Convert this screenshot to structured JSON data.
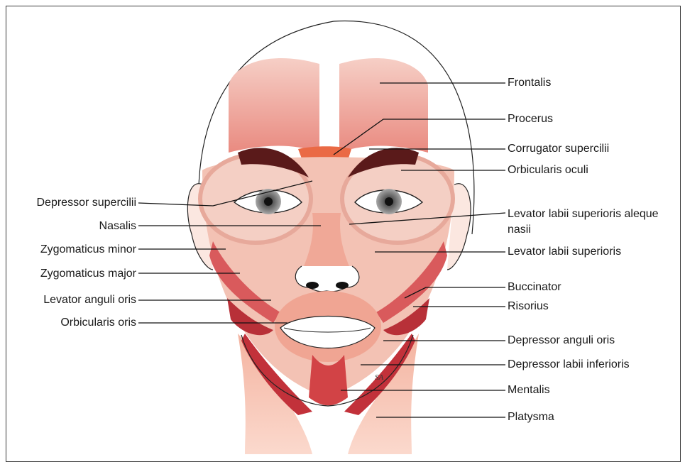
{
  "labels_left": [
    {
      "key": "depressor-supercilii",
      "text": "Depressor supercilii"
    },
    {
      "key": "nasalis",
      "text": "Nasalis"
    },
    {
      "key": "zygomaticus-minor",
      "text": "Zygomaticus minor"
    },
    {
      "key": "zygomaticus-major",
      "text": "Zygomaticus major"
    },
    {
      "key": "levator-anguli-oris",
      "text": "Levator anguli oris"
    },
    {
      "key": "orbicularis-oris",
      "text": "Orbicularis oris"
    }
  ],
  "labels_right": [
    {
      "key": "frontalis",
      "text": "Frontalis"
    },
    {
      "key": "procerus",
      "text": "Procerus"
    },
    {
      "key": "corrugator-supercilii",
      "text": "Corrugator supercilii"
    },
    {
      "key": "orbicularis-oculi",
      "text": "Orbicularis oculi"
    },
    {
      "key": "levator-labii-superioris-aleque-nasii-1",
      "text": "Levator labii superioris aleque"
    },
    {
      "key": "levator-labii-superioris-aleque-nasii-2",
      "text": "nasii"
    },
    {
      "key": "levator-labii-superioris",
      "text": "Levator labii superioris"
    },
    {
      "key": "buccinator",
      "text": "Buccinator"
    },
    {
      "key": "risorius",
      "text": "Risorius"
    },
    {
      "key": "depressor-anguli-oris",
      "text": "Depressor anguli oris"
    },
    {
      "key": "depressor-labii-inferioris",
      "text": "Depressor labii inferioris"
    },
    {
      "key": "mentalis",
      "text": "Mentalis"
    },
    {
      "key": "platysma",
      "text": "Platysma"
    }
  ],
  "signature": "SA",
  "colors": {
    "muscle_light": "#f2b5a6",
    "muscle_mid": "#e27a6c",
    "muscle_dark": "#c23a3f",
    "brow": "#5a1a1a",
    "outline": "#222222"
  }
}
